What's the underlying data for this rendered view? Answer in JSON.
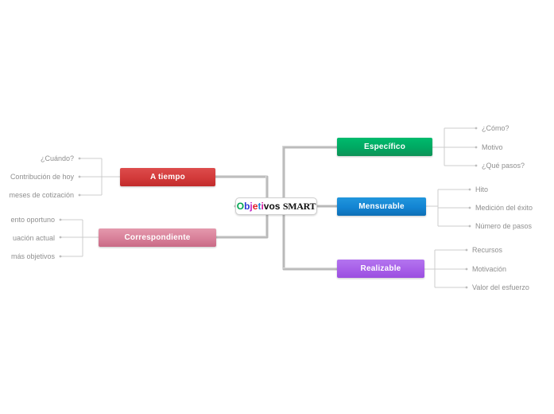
{
  "diagram": {
    "type": "mind-map",
    "title": "Objetivos SMART",
    "background_color": "#ffffff",
    "connector_color": "#b3b3b3",
    "leaf_text_color": "#8f8f8f"
  },
  "center": {
    "label": "Objetivos SMART",
    "word1": "Objetivos",
    "word2": "SMART",
    "letters": [
      {
        "ch": "O",
        "color": "#00a651"
      },
      {
        "ch": "b",
        "color": "#2b3bd6"
      },
      {
        "ch": "j",
        "color": "#c423c4"
      },
      {
        "ch": "e",
        "color": "#e01b24"
      },
      {
        "ch": "t",
        "color": "#1a7fd4"
      },
      {
        "ch": "i",
        "color": "#d4189c"
      },
      {
        "ch": "v",
        "color": "#111111"
      },
      {
        "ch": "o",
        "color": "#111111"
      },
      {
        "ch": "s",
        "color": "#111111"
      }
    ]
  },
  "branches": {
    "especifico": {
      "label": "Específico",
      "color": "#00a862",
      "side": "right",
      "leaves": [
        {
          "label": "¿Cómo?"
        },
        {
          "label": "Motivo"
        },
        {
          "label": "¿Qué pasos?"
        }
      ]
    },
    "mensurable": {
      "label": "Mensurable",
      "color": "#1384d2",
      "side": "right",
      "leaves": [
        {
          "label": "Hito"
        },
        {
          "label": "Medición del éxito"
        },
        {
          "label": "Número de pasos"
        }
      ]
    },
    "realizable": {
      "label": "Realizable",
      "color": "#a75fe8",
      "side": "right",
      "leaves": [
        {
          "label": "Recursos"
        },
        {
          "label": "Motivación"
        },
        {
          "label": "Valor del esfuerzo"
        }
      ]
    },
    "a_tiempo": {
      "label": "A tiempo",
      "color": "#d23a3a",
      "side": "left",
      "leaves": [
        {
          "label": "¿Cuándo?"
        },
        {
          "label": "Contribución de hoy"
        },
        {
          "label": "meses de cotización"
        }
      ]
    },
    "correspondiente": {
      "label": "Correspondiente",
      "color": "#d88099",
      "side": "left",
      "leaves": [
        {
          "label": "ento oportuno"
        },
        {
          "label": "uación actual"
        },
        {
          "label": "más objetivos"
        }
      ]
    }
  }
}
